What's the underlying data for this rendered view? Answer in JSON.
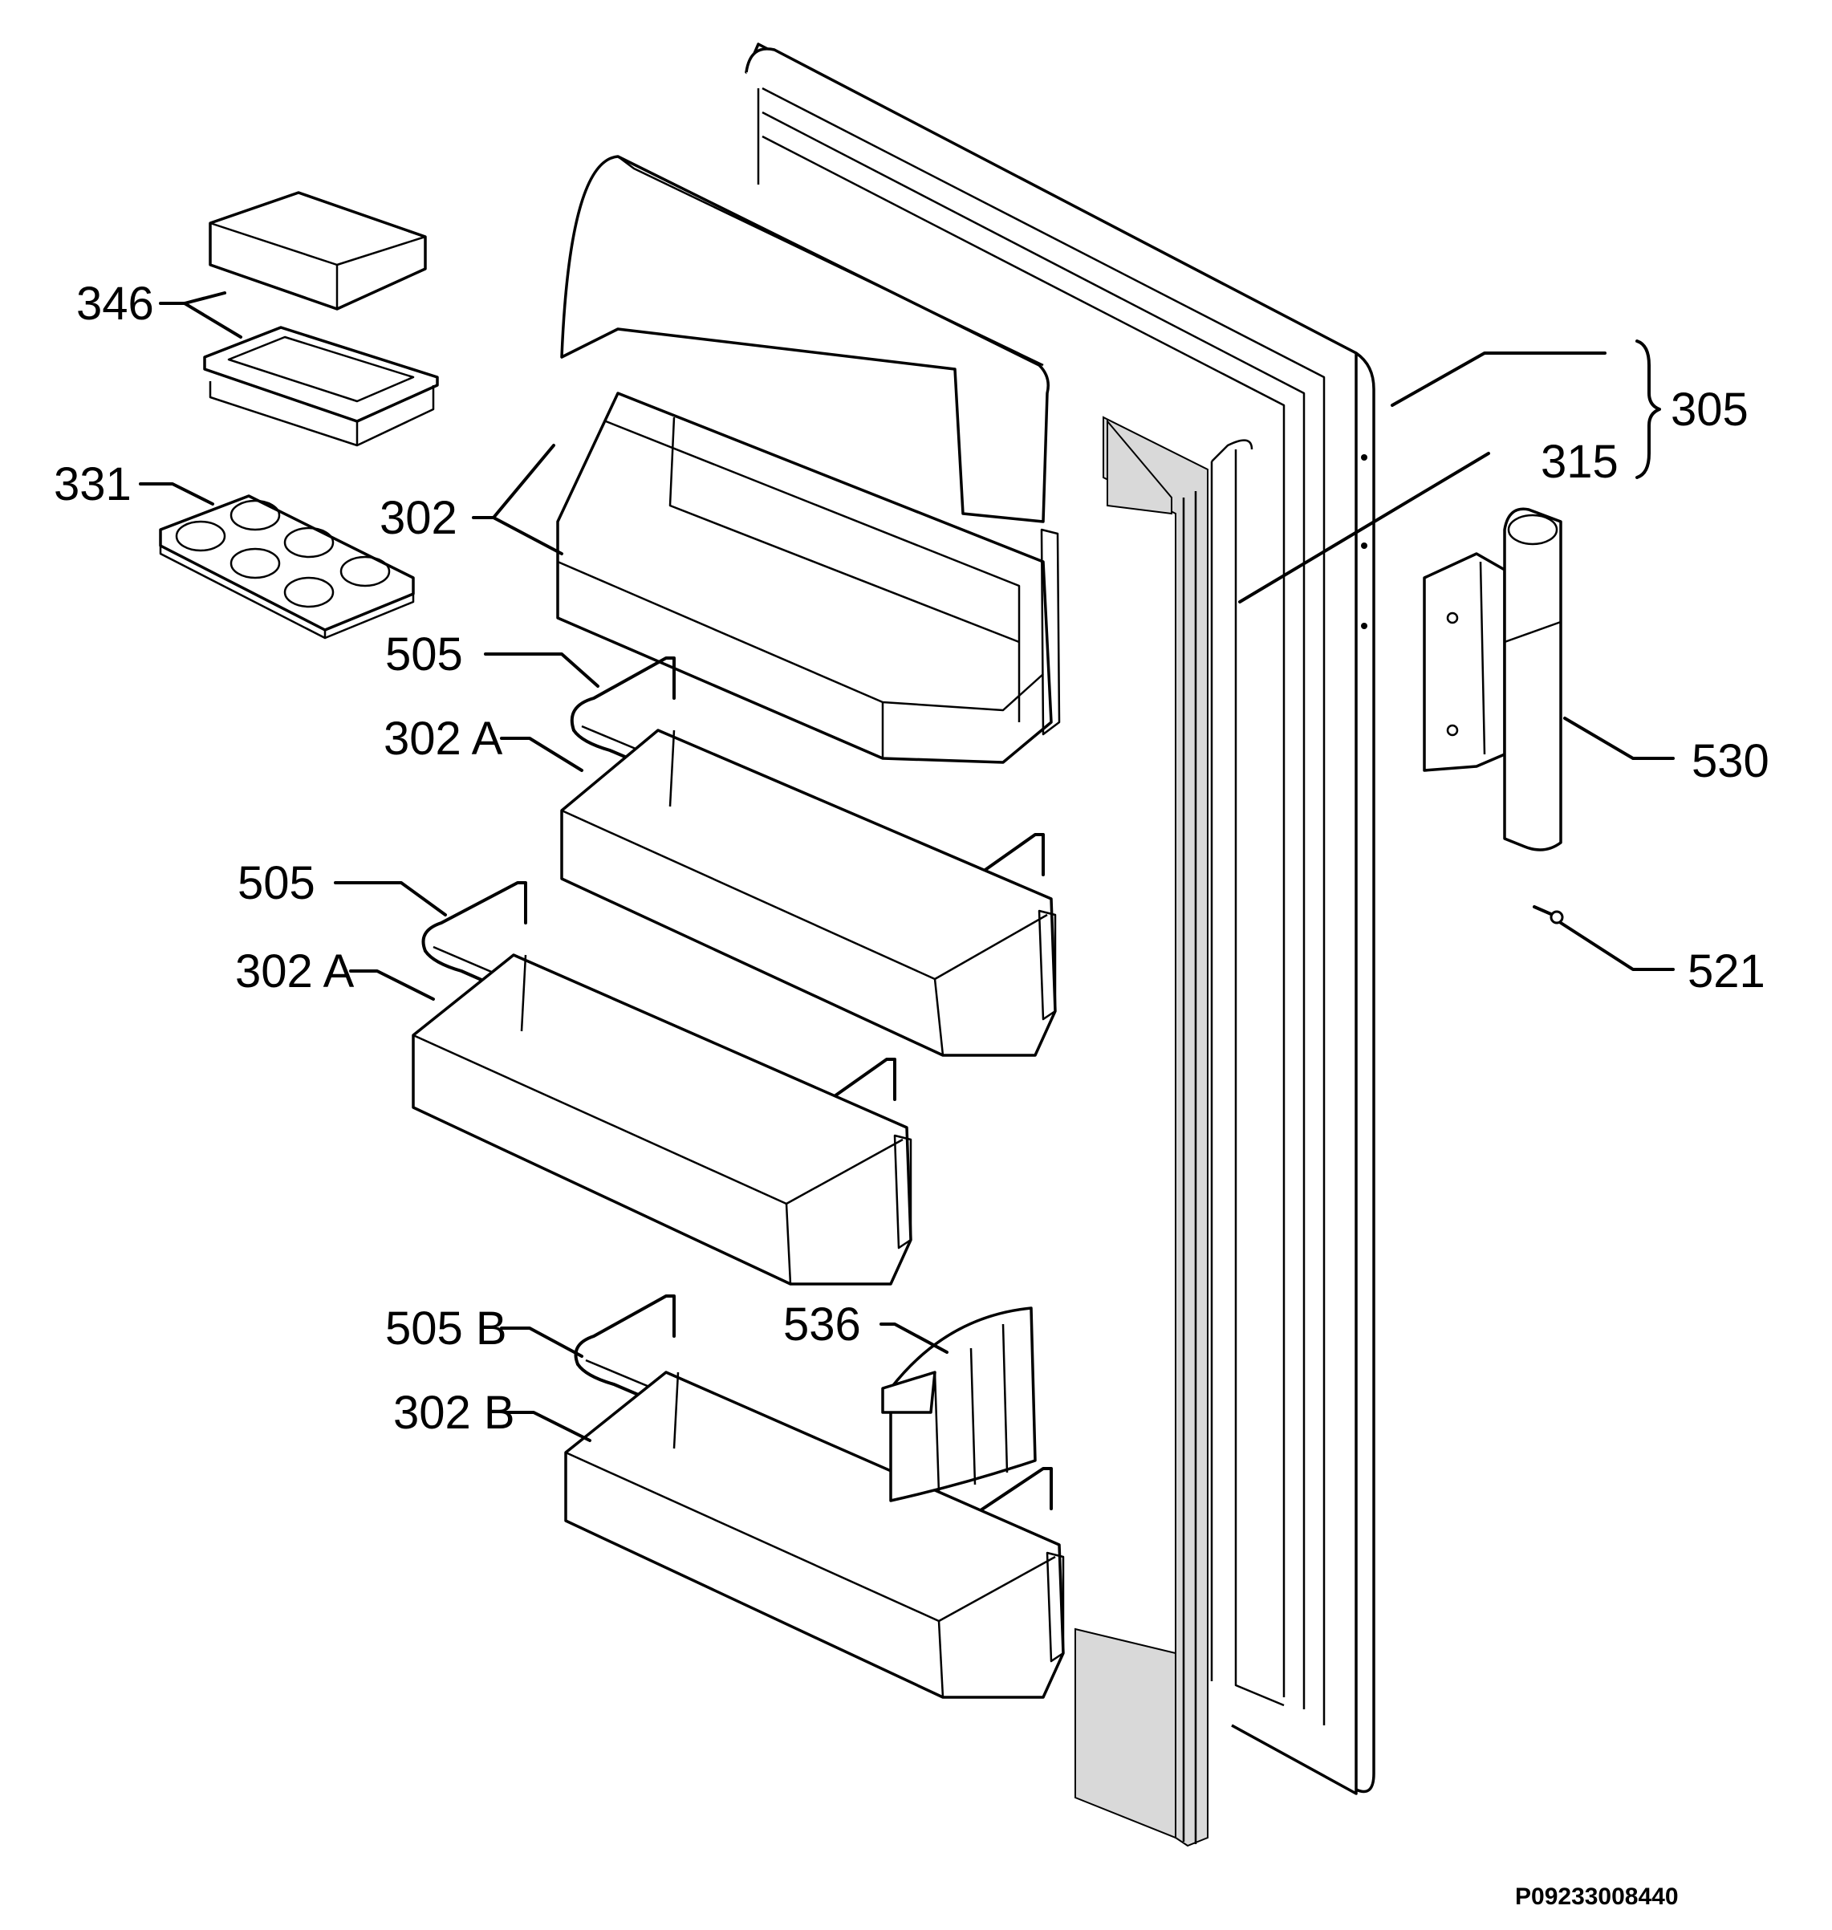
{
  "labels": {
    "l346": "346",
    "l331": "331",
    "l302": "302",
    "l505a": "505",
    "l302a1": "302 A",
    "l505b": "505",
    "l302a2": "302 A",
    "l505B": "505 B",
    "l302B": "302 B",
    "l536": "536",
    "l305": "305",
    "l315": "315",
    "l530": "530",
    "l521": "521"
  },
  "drawing_code": "P09233008440",
  "colors": {
    "line": "#000000",
    "background": "#ffffff",
    "gasket_fill": "#d9d9d9"
  }
}
